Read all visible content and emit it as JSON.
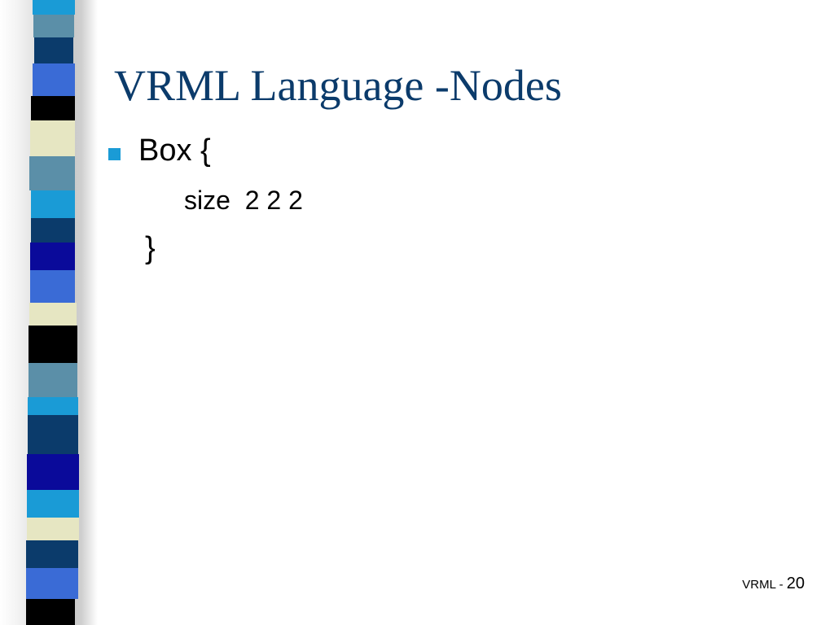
{
  "slide": {
    "title": "VRML Language -Nodes",
    "body": {
      "line_1": "Box {",
      "line_2": "size  2 2 2",
      "line_3": "}"
    },
    "footer": {
      "label": "VRML - ",
      "page_number": "20"
    }
  },
  "colors": {
    "title": "#0b3b6b",
    "bullet": "#1a9bd6",
    "stripe_palette": [
      "#1a9bd6",
      "#5b8fa8",
      "#0b3b6b",
      "#3a6bd6",
      "#000000",
      "#e6e6c2",
      "#0a0a9a"
    ]
  }
}
